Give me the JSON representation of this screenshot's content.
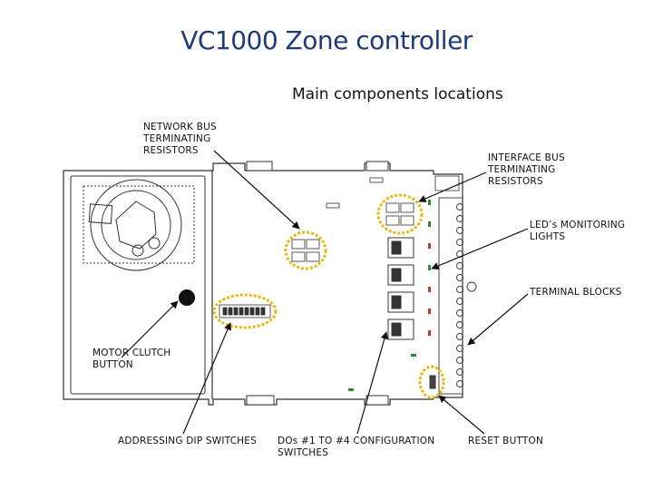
{
  "title": "VC1000 Zone controller",
  "subtitle": "Main components locations",
  "labels": {
    "network_bus": [
      "NETWORK BUS",
      "TERMINATING",
      "RESISTORS"
    ],
    "interface_bus": [
      "INTERFACE BUS",
      "TERMINATING",
      "RESISTORS"
    ],
    "leds": [
      "LED’s MONITORING",
      "LIGHTS"
    ],
    "terminal_blocks": "TERMINAL BLOCKS",
    "motor_clutch": [
      "MOTOR CLUTCH",
      "BUTTON"
    ],
    "dip_switches": "ADDRESSING DIP SWITCHES",
    "do_switches": [
      "DOs #1 TO #4 CONFIGURATION",
      "SWITCHES"
    ],
    "reset": "RESET BUTTON"
  },
  "colors": {
    "title": "#1f3a78",
    "highlight": "#e8b81a",
    "led": "#2e8b2e",
    "led_red": "#c0392b",
    "device_outline": "#333333"
  }
}
